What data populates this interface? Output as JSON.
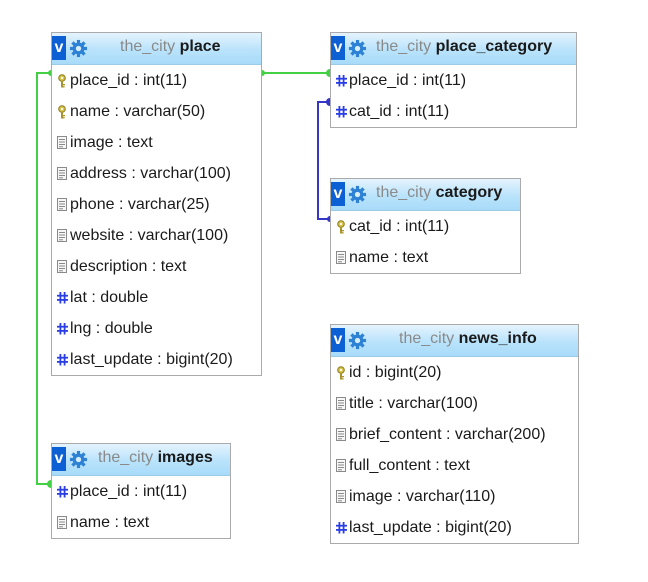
{
  "colors": {
    "link_green": "#44d044",
    "link_blue": "#3535c8",
    "header_grad": "#b9e3fb",
    "vbtn": "#0d5fd4"
  },
  "tables": {
    "place": {
      "db": "the_city",
      "name": "place",
      "columns": [
        {
          "label": "place_id : int(11)",
          "icon": "key-icon"
        },
        {
          "label": "name : varchar(50)",
          "icon": "key-icon"
        },
        {
          "label": "image : text",
          "icon": "text-column-icon"
        },
        {
          "label": "address : varchar(100)",
          "icon": "text-column-icon"
        },
        {
          "label": "phone : varchar(25)",
          "icon": "text-column-icon"
        },
        {
          "label": "website : varchar(100)",
          "icon": "text-column-icon"
        },
        {
          "label": "description : text",
          "icon": "text-column-icon"
        },
        {
          "label": "lat : double",
          "icon": "numeric-column-icon"
        },
        {
          "label": "lng : double",
          "icon": "numeric-column-icon"
        },
        {
          "label": "last_update : bigint(20)",
          "icon": "numeric-column-icon"
        }
      ]
    },
    "place_category": {
      "db": "the_city",
      "name": "place_category",
      "columns": [
        {
          "label": "place_id : int(11)",
          "icon": "numeric-column-icon"
        },
        {
          "label": "cat_id : int(11)",
          "icon": "numeric-column-icon"
        }
      ]
    },
    "category": {
      "db": "the_city",
      "name": "category",
      "columns": [
        {
          "label": "cat_id : int(11)",
          "icon": "key-icon"
        },
        {
          "label": "name : text",
          "icon": "text-column-icon"
        }
      ]
    },
    "news_info": {
      "db": "the_city",
      "name": "news_info",
      "columns": [
        {
          "label": "id : bigint(20)",
          "icon": "key-icon"
        },
        {
          "label": "title : varchar(100)",
          "icon": "text-column-icon"
        },
        {
          "label": "brief_content : varchar(200)",
          "icon": "text-column-icon"
        },
        {
          "label": "full_content : text",
          "icon": "text-column-icon"
        },
        {
          "label": "image : varchar(110)",
          "icon": "text-column-icon"
        },
        {
          "label": "last_update : bigint(20)",
          "icon": "numeric-column-icon"
        }
      ]
    },
    "images": {
      "db": "the_city",
      "name": "images",
      "columns": [
        {
          "label": "place_id : int(11)",
          "icon": "numeric-column-icon"
        },
        {
          "label": "name : text",
          "icon": "text-column-icon"
        }
      ]
    }
  },
  "toggle_label": "v"
}
